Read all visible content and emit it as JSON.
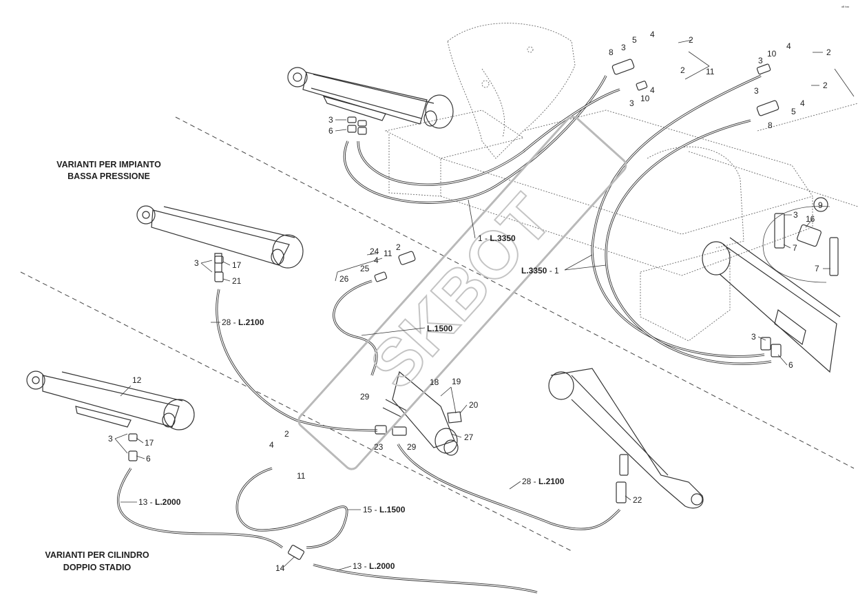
{
  "corner_mark": "ᵃᴮ ᵇᵃᵃ",
  "headings": {
    "low_pressure": [
      "VARIANTI PER IMPIANTO",
      "BASSA PRESSIONE"
    ],
    "double_stage": [
      "VARIANTI PER CILINDRO",
      "DOPPIO STADIO"
    ]
  },
  "hose_labels": {
    "h1_top": {
      "num": "1 - ",
      "len": "L.3350"
    },
    "h1_right": {
      "len": "L.3350",
      "num": " - 1"
    },
    "h26": {
      "len": "L.1500"
    },
    "h28_top": {
      "num": "28 - ",
      "len": "L.2100"
    },
    "h28_bottom": {
      "num": "28 - ",
      "len": "L.2100"
    },
    "h13_left": {
      "num": "13 - ",
      "len": "L.2000"
    },
    "h15": {
      "num": "15 - ",
      "len": "L.1500"
    },
    "h13_bottom": {
      "num": "13 - ",
      "len": "L.2000"
    }
  },
  "callouts": {
    "c2a": "2",
    "c2b": "2",
    "c2c": "2",
    "c2d": "2",
    "c2e": "2",
    "c2f": "2",
    "c3a": "3",
    "c3b": "3",
    "c3c": "3",
    "c3d": "3",
    "c3e": "3",
    "c3f": "3",
    "c3g": "3",
    "c3h": "3",
    "c3i": "3",
    "c4a": "4",
    "c4b": "4",
    "c4c": "4",
    "c4d": "4",
    "c4e": "4",
    "c4f": "4",
    "c5a": "5",
    "c5b": "5",
    "c6a": "6",
    "c6b": "6",
    "c6c": "6",
    "c7a": "7",
    "c7b": "7",
    "c8a": "8",
    "c8b": "8",
    "c9": "9",
    "c10a": "10",
    "c10b": "10",
    "c11a": "11",
    "c11b": "11",
    "c11c": "11",
    "c12": "12",
    "c14": "14",
    "c16": "16",
    "c17a": "17",
    "c17b": "17",
    "c18": "18",
    "c19": "19",
    "c20": "20",
    "c21": "21",
    "c22": "22",
    "c23": "23",
    "c24": "24",
    "c25": "25",
    "c26": "26",
    "c27": "27",
    "c29a": "29",
    "c29b": "29"
  },
  "watermark": "SKBOT"
}
